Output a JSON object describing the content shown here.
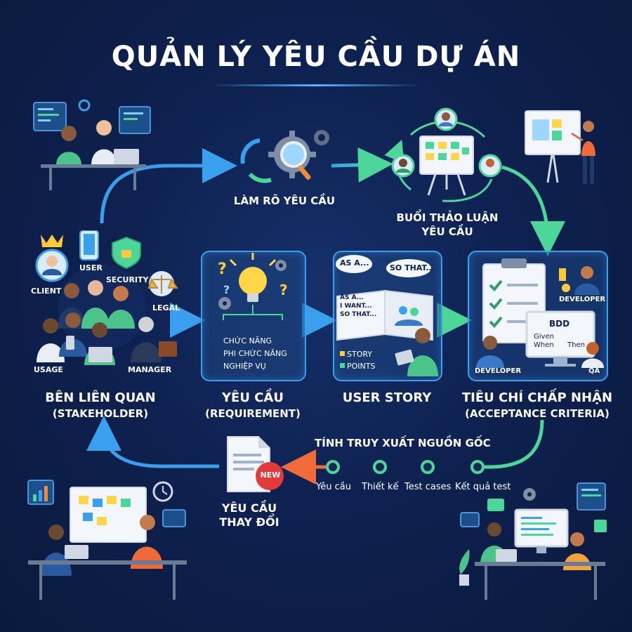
{
  "title": "QUẢN LÝ YÊU CẦU DỰ ÁN",
  "steps": {
    "clarify": "LÀM RÕ YÊU CẦU",
    "discussion": [
      "BUỔI THẢO LUẬN",
      "YÊU CẦU"
    ],
    "stakeholder": [
      "BÊN LIÊN QUAN",
      "(STAKEHOLDER)"
    ],
    "requirement": [
      "YÊU CẦU",
      "(REQUIREMENT)"
    ],
    "user_story": "USER STORY",
    "acceptance": [
      "TIÊU CHÍ CHẤP NHẬN",
      "(ACCEPTANCE CRITERIA)"
    ],
    "change": [
      "YÊU CẦU",
      "THAY ĐỔI"
    ]
  },
  "stakeholders": {
    "client": "CLIENT",
    "user": "USER",
    "security": "SECURITY",
    "legal": "LEGAL",
    "usage": "USAGE",
    "manager": "MANAGER"
  },
  "requirement_types": [
    "CHỨC NĂNG",
    "PHI CHỨC NĂNG",
    "NGHIỆP VỤ"
  ],
  "story": {
    "bubble_as": "AS A...",
    "bubble_so": "SO THAT...",
    "page_lines": [
      "AS A...",
      "I WANT...",
      "SO THAT..."
    ],
    "story_label": "STORY",
    "points_label": "POINTS"
  },
  "acceptance_roles": {
    "developer_top": "DEVELOPER",
    "developer_bottom": "DEVELOPER",
    "qa": "QA",
    "bdd": "BDD",
    "given": "Given",
    "when": "When",
    "then": "Then"
  },
  "traceability": {
    "title": "TÍNH TRUY XUẤT NGUỒN GỐC",
    "nodes": [
      "Yêu cầu",
      "Thiết kế",
      "Test cases",
      "Kết quả test"
    ]
  },
  "new_badge": "NEW",
  "colors": {
    "accent_blue": "#3aa0ee",
    "accent_green": "#4cd69a",
    "accent_orange": "#f06a3a",
    "background": "#0c1d44"
  }
}
